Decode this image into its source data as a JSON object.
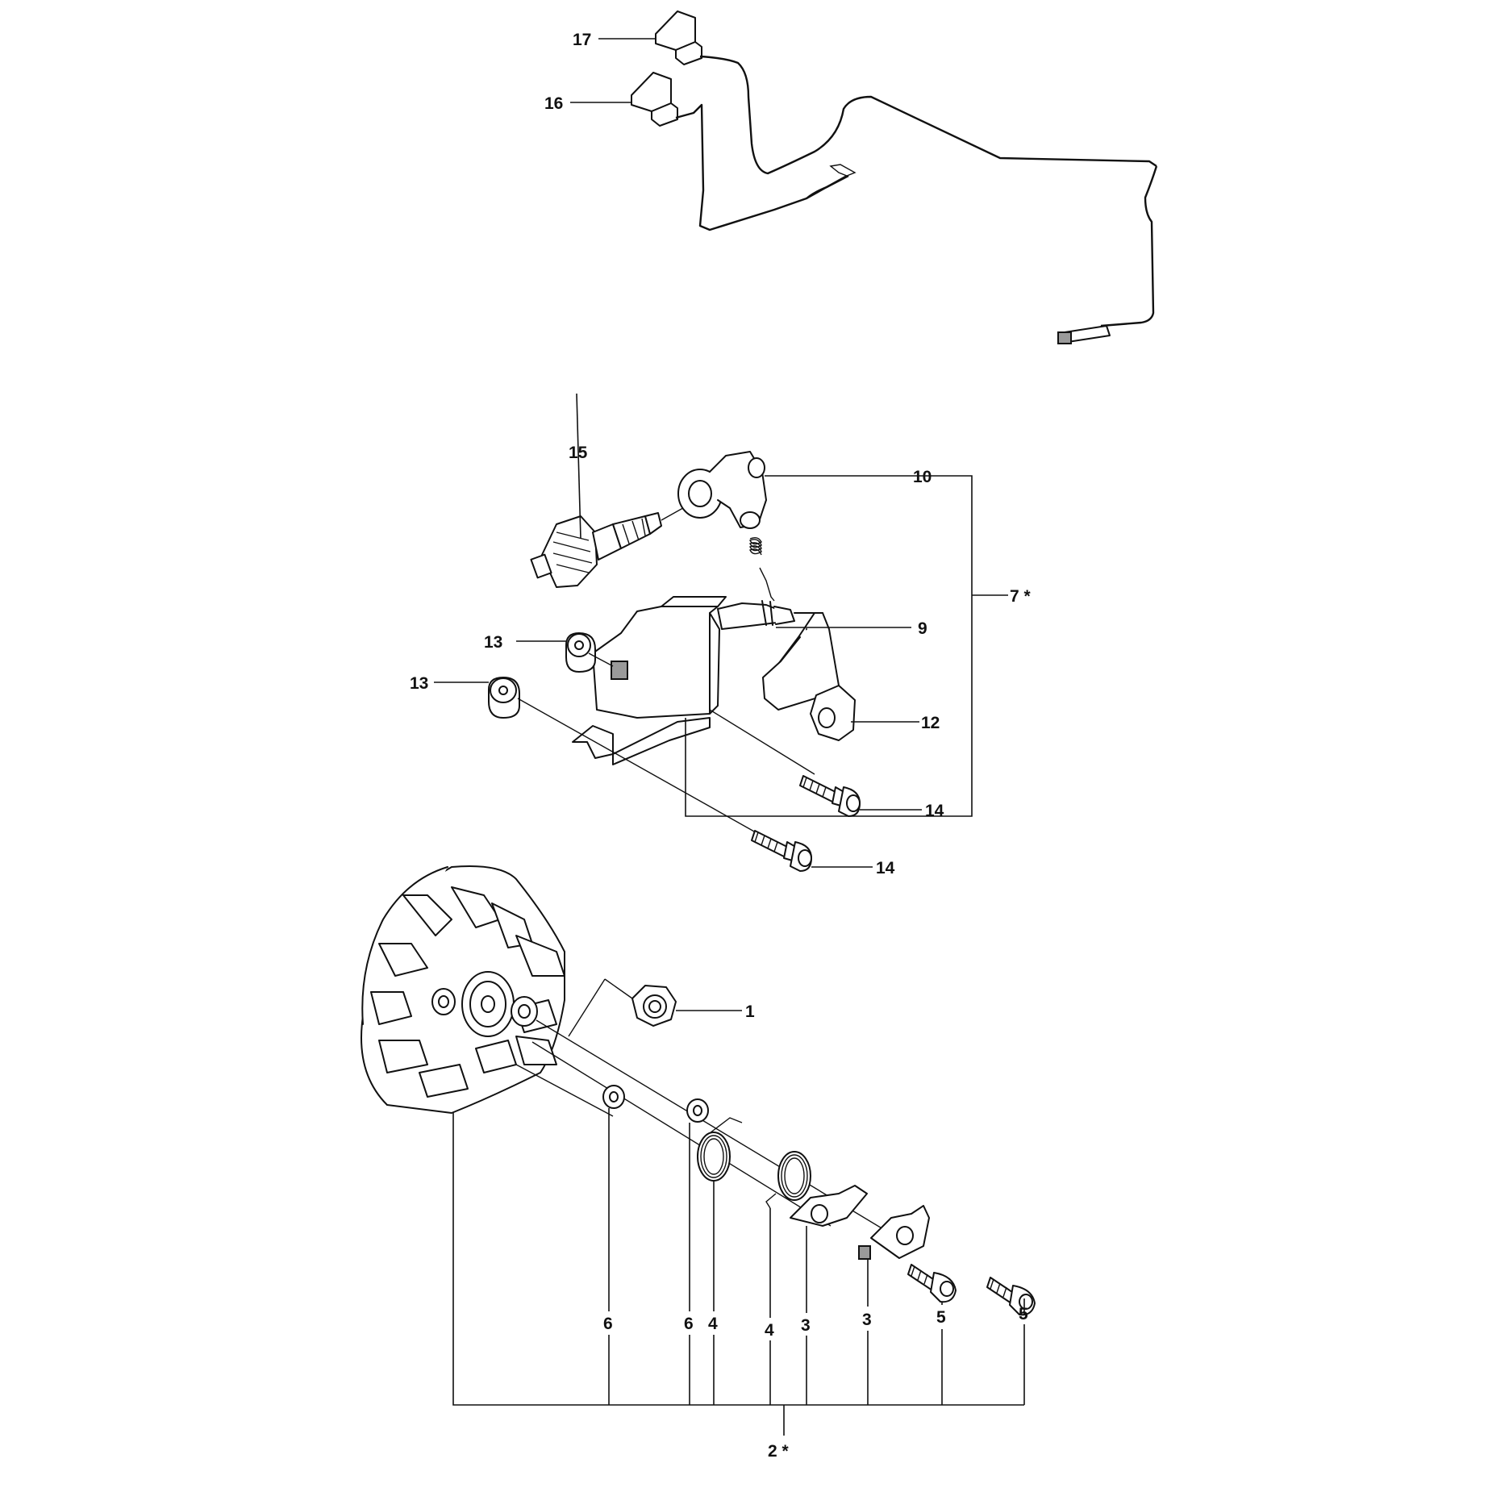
{
  "diagram": {
    "colors": {
      "ink": "#111111",
      "background": "#ffffff",
      "shade": "#9a9a9a"
    },
    "callouts": {
      "c17": "17",
      "c16": "16",
      "c15": "15",
      "c10": "10",
      "c9": "9",
      "c7": "7 *",
      "c13a": "13",
      "c13b": "13",
      "c12": "12",
      "c14a": "14",
      "c14b": "14",
      "c1": "1",
      "c6a": "6",
      "c6b": "6",
      "c4a": "4",
      "c4b": "4",
      "c3a": "3",
      "c3b": "3",
      "c5a": "5",
      "c5b": "5",
      "c2": "2 *"
    }
  }
}
